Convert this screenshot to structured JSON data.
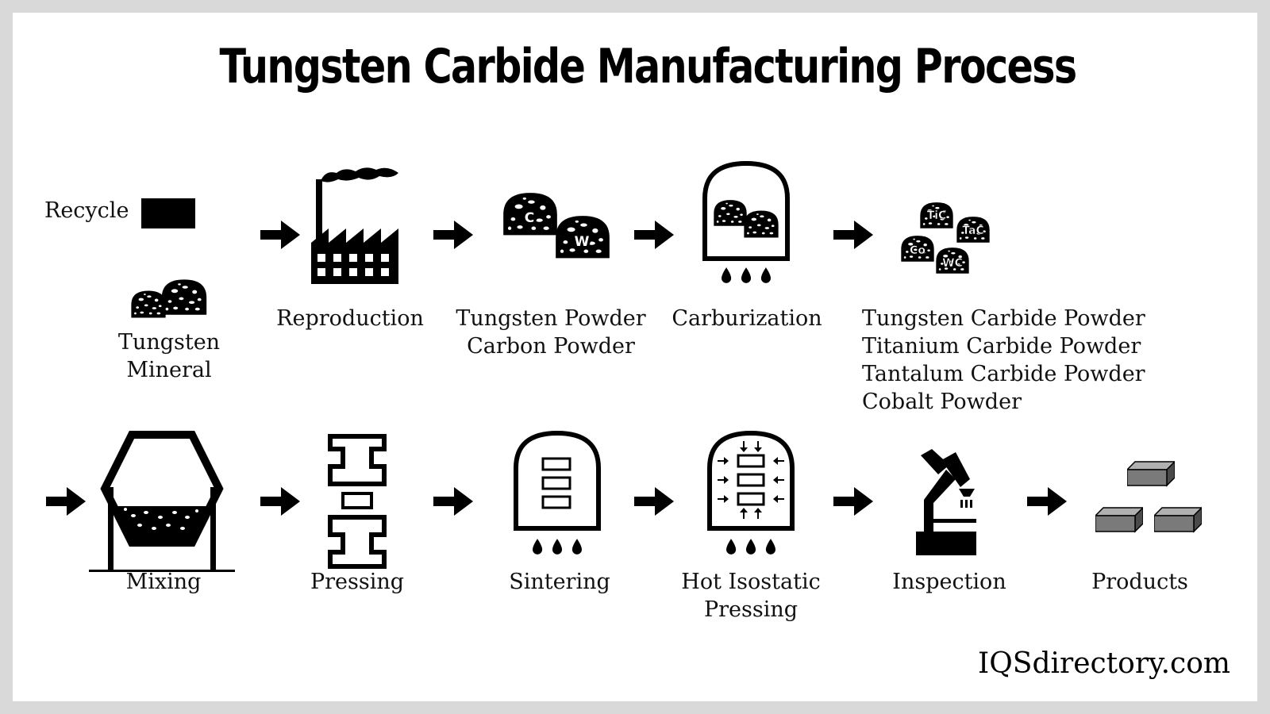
{
  "title": "Tungsten Carbide Manufacturing Process",
  "recycle_label": "Recycle",
  "steps": {
    "mineral": {
      "line1": "Tungsten",
      "line2": "Mineral"
    },
    "reproduction": "Reproduction",
    "powders": {
      "line1": "Tungsten Powder",
      "line2": "Carbon Powder",
      "badge_c": "C",
      "badge_w": "W"
    },
    "carburization": "Carburization",
    "carbide_powders": {
      "lines": [
        "Tungsten Carbide Powder",
        "Titanium Carbide Powder",
        "Tantalum Carbide Powder",
        "Cobalt Powder"
      ],
      "badges": [
        "TiC",
        "TaC",
        "Co",
        "WC"
      ]
    },
    "mixing": "Mixing",
    "pressing": "Pressing",
    "sintering": "Sintering",
    "hip": {
      "line1": "Hot Isostatic",
      "line2": "Pressing"
    },
    "inspection": "Inspection",
    "products": "Products"
  },
  "brand": "IQSdirectory.com",
  "colors": {
    "ink": "#000000",
    "background": "#ffffff",
    "frame": "#d9d9d9",
    "product_block": "#7a7a7a"
  }
}
